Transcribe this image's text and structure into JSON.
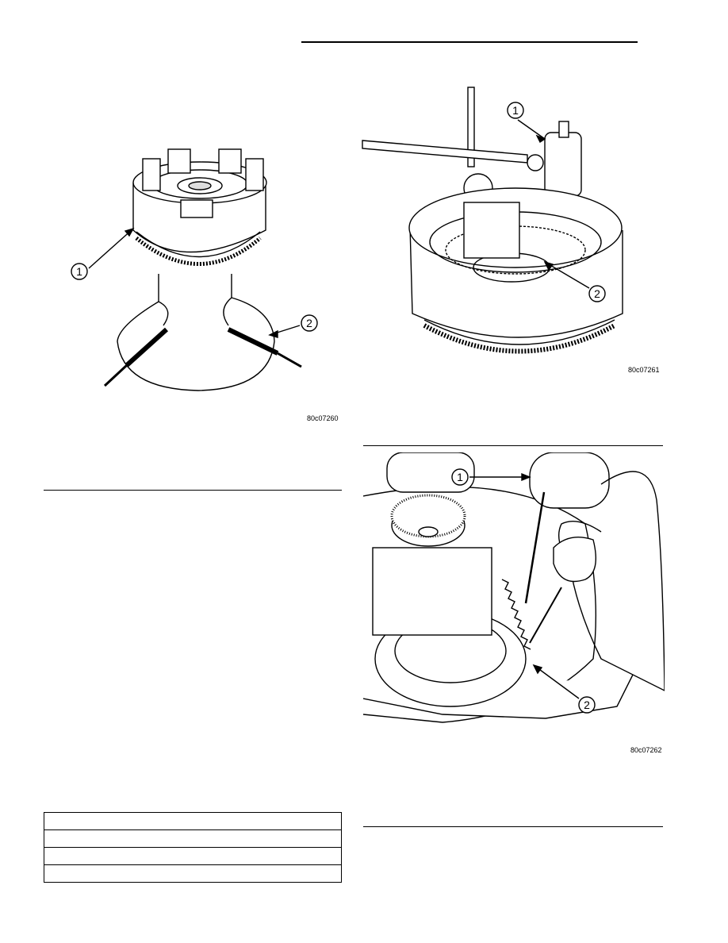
{
  "figures": [
    {
      "code": "80c07260",
      "callouts": [
        "1",
        "2"
      ],
      "icons": [
        "clutch-retainer-icon",
        "air-nozzle-icon"
      ]
    },
    {
      "code": "80c07261",
      "callouts": [
        "1",
        "2"
      ],
      "icons": [
        "dial-indicator-icon",
        "clutch-pack-icon"
      ]
    },
    {
      "code": "80c07262",
      "callouts": [
        "1",
        "2"
      ],
      "icons": [
        "dial-indicator-tip-icon",
        "feeler-tool-icon"
      ]
    }
  ],
  "spec_table": {
    "rows": [
      [
        "",
        ""
      ],
      [
        "",
        ""
      ],
      [
        "",
        ""
      ],
      [
        "",
        ""
      ]
    ]
  },
  "colors": {
    "ink": "#000000",
    "paper": "#ffffff"
  }
}
